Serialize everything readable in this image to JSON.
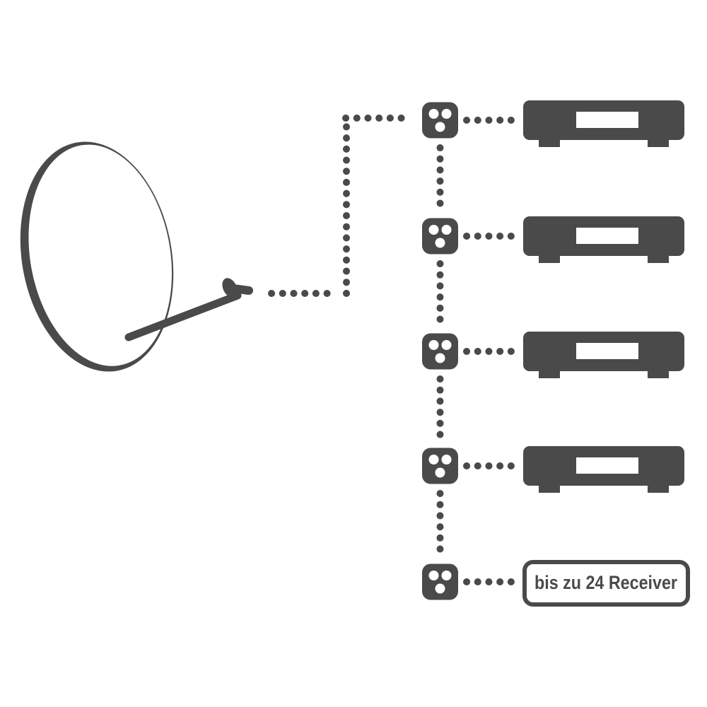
{
  "colors": {
    "ink": "#4a4a4a",
    "background": "#ffffff"
  },
  "diagram": {
    "icons": {
      "dish": "satellite-dish-icon",
      "splitter": "multiswitch-splitter-icon",
      "receiver": "satellite-receiver-icon"
    },
    "splitter_count": 5,
    "receiver_count": 4,
    "label_box": {
      "text": "bis zu 24 Receiver"
    }
  }
}
